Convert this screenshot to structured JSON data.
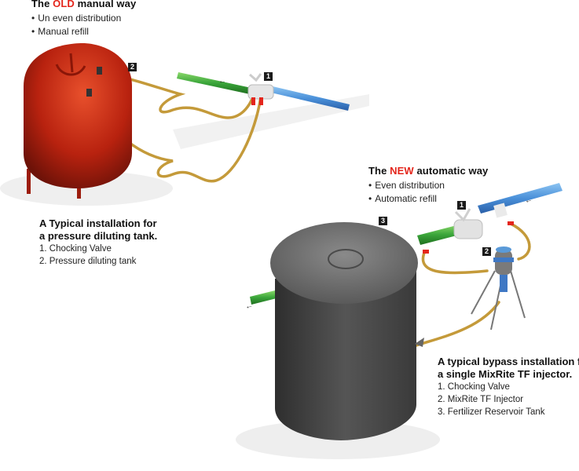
{
  "old_way": {
    "heading_prefix": "The ",
    "heading_highlight": "OLD",
    "heading_suffix": " manual way",
    "bullets": [
      "Un even distribution",
      "Manual refill"
    ],
    "caption_title_line1": "A Typical installation for",
    "caption_title_line2": "a pressure diluting tank.",
    "caption_items": [
      "1. Chocking Valve",
      "2. Pressure diluting tank"
    ],
    "tags": [
      "1",
      "2"
    ]
  },
  "new_way": {
    "heading_prefix": "The ",
    "heading_highlight": "NEW",
    "heading_suffix": " automatic way",
    "bullets": [
      "Even distribution",
      "Automatic refill"
    ],
    "caption_title_line1": "A typical bypass installation for",
    "caption_title_line2": "a single MixRite TF injector.",
    "caption_items": [
      "1. Chocking Valve",
      "2. MixRite TF Injector",
      "3. Fertilizer Reservoir Tank"
    ],
    "tags": [
      "1",
      "2",
      "3"
    ]
  },
  "colors": {
    "highlight": "#e4261c",
    "old_tank": "#b8220f",
    "new_tank": "#4a4a4a",
    "inlet_pipe": "#4a90d9",
    "outlet_pipe": "#3aa53a",
    "hose": "#c49a3a"
  }
}
